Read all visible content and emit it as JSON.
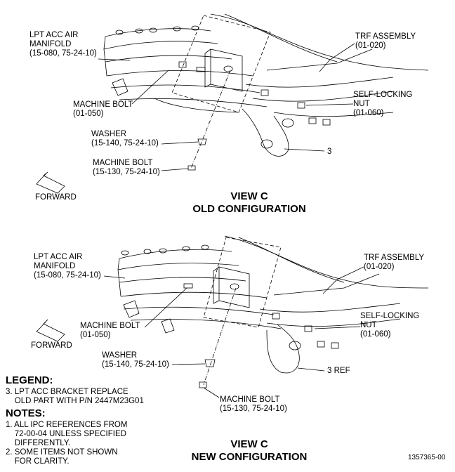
{
  "top_view": {
    "title_line1": "VIEW C",
    "title_line2": "OLD CONFIGURATION",
    "callouts": {
      "lpt_manifold": "LPT ACC AIR\nMANIFOLD\n(15-080, 75-24-10)",
      "trf_assembly": "TRF ASSEMBLY\n(01-020)",
      "self_locking_nut": "SELF-LOCKING\nNUT\n(01-060)",
      "machine_bolt_upper": "MACHINE BOLT\n(01-050)",
      "washer": "WASHER\n(15-140, 75-24-10)",
      "machine_bolt_lower": "MACHINE BOLT\n(15-130, 75-24-10)",
      "item3": "3",
      "forward": "FORWARD"
    }
  },
  "bottom_view": {
    "title_line1": "VIEW C",
    "title_line2": "NEW CONFIGURATION",
    "callouts": {
      "lpt_manifold": "LPT ACC AIR\nMANIFOLD\n(15-080, 75-24-10)",
      "trf_assembly": "TRF ASSEMBLY\n(01-020)",
      "self_locking_nut": "SELF-LOCKING\nNUT\n(01-060)",
      "machine_bolt_upper": "MACHINE BOLT\n(01-050)",
      "washer": "WASHER\n(15-140, 75-24-10)",
      "machine_bolt_lower": "MACHINE BOLT\n(15-130, 75-24-10)",
      "item3": "3 REF",
      "forward": "FORWARD"
    }
  },
  "legend": {
    "heading": "LEGEND:",
    "items": [
      "3. LPT ACC BRACKET REPLACE\n    OLD PART WITH P/N 2447M23G01"
    ]
  },
  "notes": {
    "heading": "NOTES:",
    "items": [
      "1. ALL IPC REFERENCES FROM\n    72-00-04 UNLESS SPECIFIED\n    DIFFERENTLY.",
      "2. SOME ITEMS NOT SHOWN\n    FOR CLARITY."
    ]
  },
  "figure_number": "1357365-00"
}
